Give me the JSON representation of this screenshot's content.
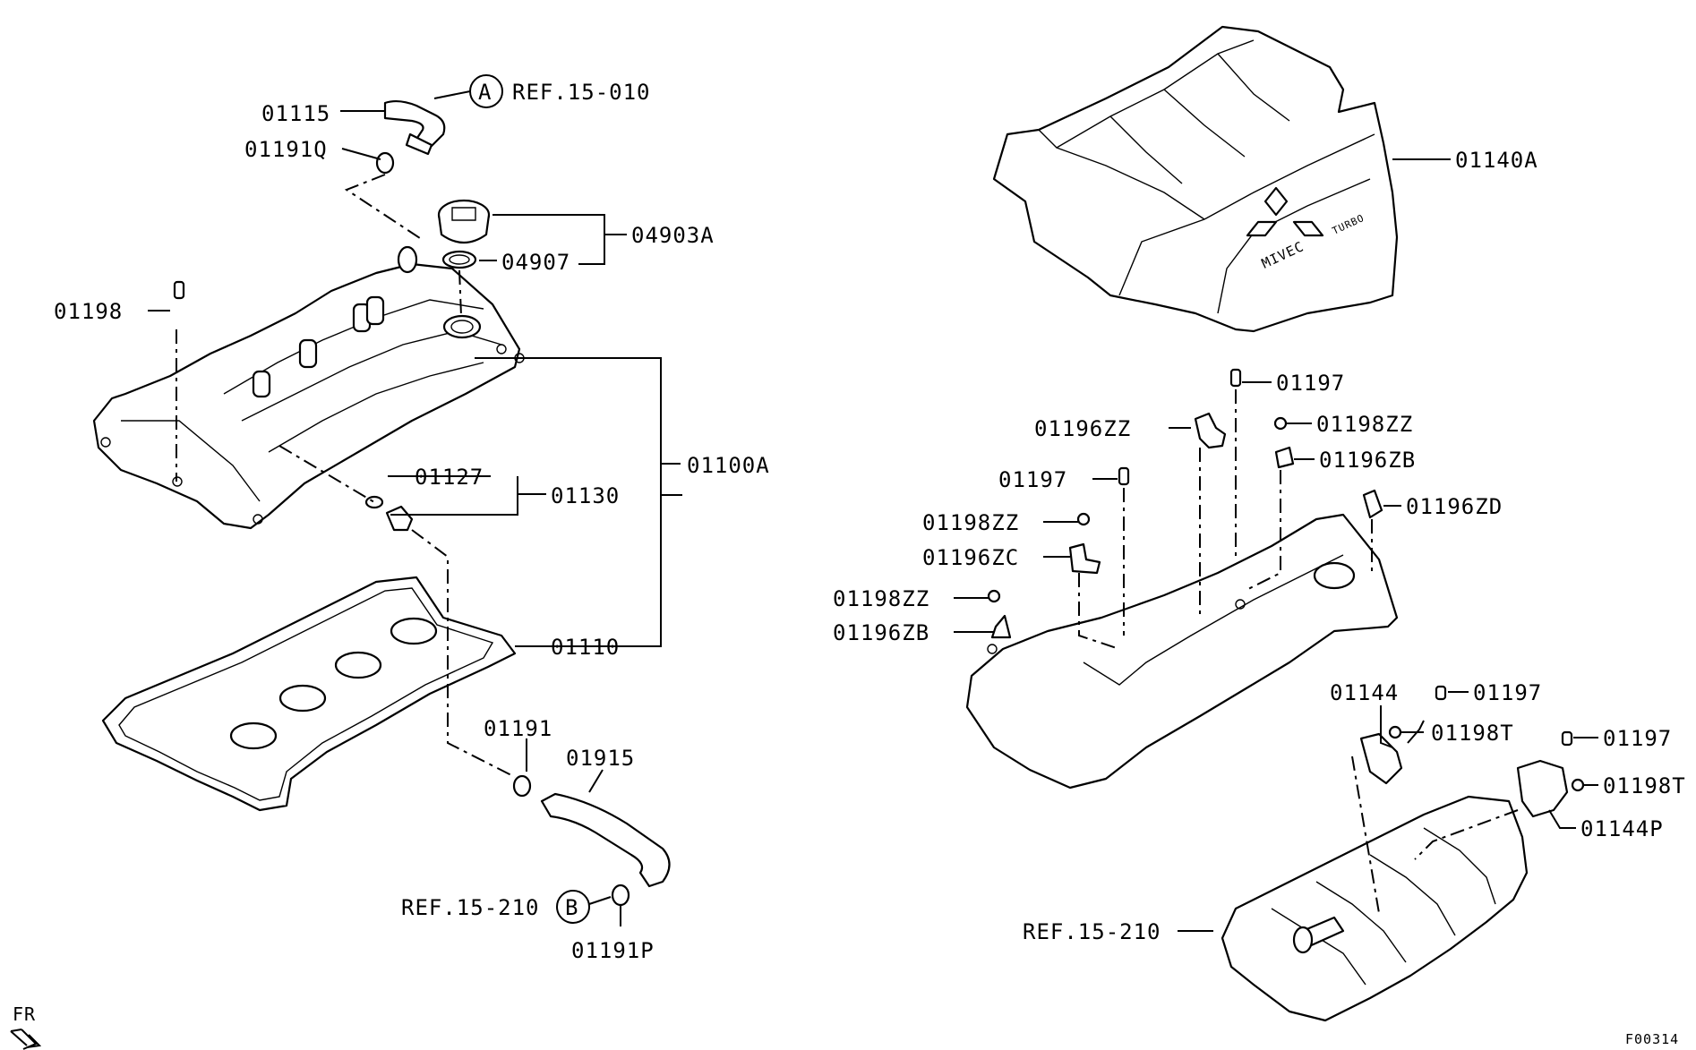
{
  "labels": {
    "p01115": "01115",
    "p01191Q": "01191Q",
    "refA_letter": "A",
    "refA_text": "REF.15-010",
    "p04903A": "04903A",
    "p04907": "04907",
    "p01198": "01198",
    "p01127": "01127",
    "p01130": "01130",
    "p01100A": "01100A",
    "p01110": "01110",
    "p01191": "01191",
    "p01915": "01915",
    "refB_text": "REF.15-210",
    "refB_letter": "B",
    "p01191P": "01191P",
    "fr": "FR",
    "p01140A": "01140A",
    "p01197_a": "01197",
    "p01196ZZ": "01196ZZ",
    "p01198ZZ_a": "01198ZZ",
    "p01196ZB_a": "01196ZB",
    "p01197_b": "01197",
    "p01196ZD": "01196ZD",
    "p01198ZZ_b": "01198ZZ",
    "p01196ZC": "01196ZC",
    "p01198ZZ_c": "01198ZZ",
    "p01196ZB_b": "01196ZB",
    "p01144": "01144",
    "p01197_c": "01197",
    "p01198T_a": "01198T",
    "p01197_d": "01197",
    "p01198T_b": "01198T",
    "p01144P": "01144P",
    "refC_text": "REF.15-210",
    "logo_text": "MIVEC",
    "logo_sub": "TURBO",
    "figure_code": "F00314"
  }
}
